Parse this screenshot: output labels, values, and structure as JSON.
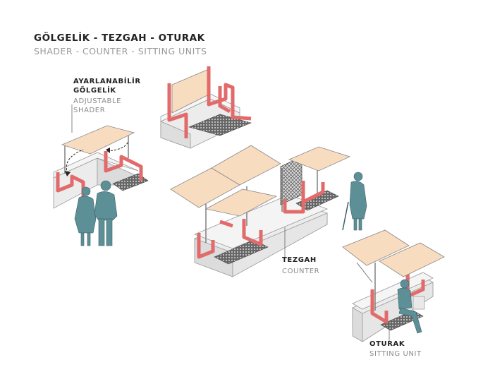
{
  "header": {
    "title_tr": "GÖLGELİK - TEZGAH - OTURAK",
    "title_en": "SHADER - COUNTER - SITTING UNITS"
  },
  "labels": {
    "shader_tr_line1": "AYARLANABİLİR",
    "shader_tr_line2": "GÖLGELİK",
    "shader_en_line1": "ADJUSTABLE",
    "shader_en_line2": "SHADER",
    "counter_tr": "TEZGAH",
    "counter_en": "COUNTER",
    "sitting_tr": "OTURAK",
    "sitting_en": "SITTING UNIT"
  },
  "colors": {
    "frame_red": "#e26a6a",
    "canopy_peach": "#f8dcc0",
    "wall_grey": "#e9e9e9",
    "people_teal": "#5d8f96",
    "grate_dark": "#555555"
  },
  "icons": [
    "person-icon",
    "bench-icon",
    "canopy-icon"
  ]
}
